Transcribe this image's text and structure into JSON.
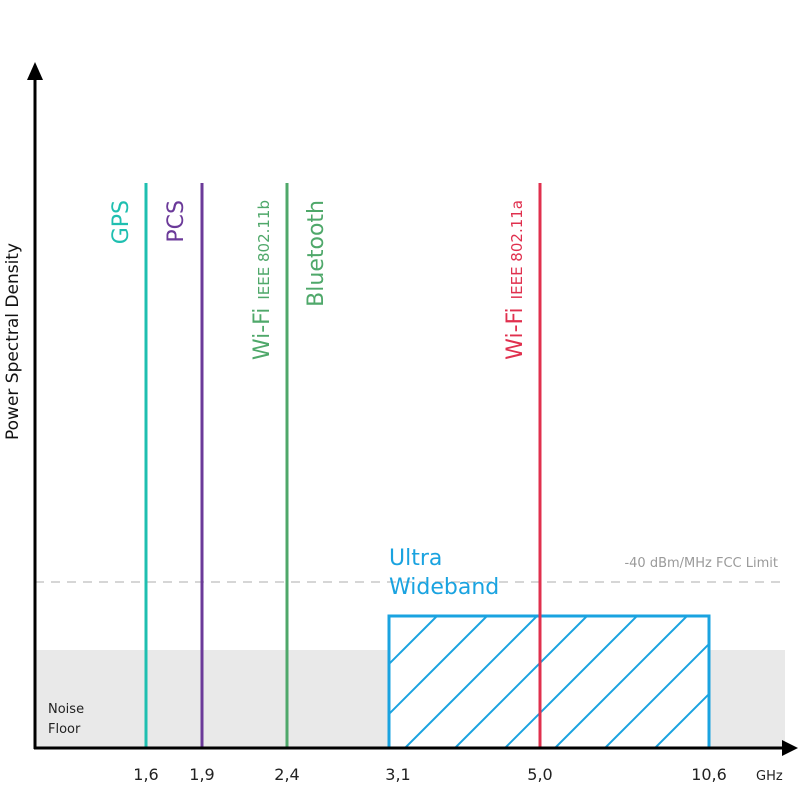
{
  "chart_data": {
    "type": "diagram",
    "ylabel": "Power Spectral Density",
    "x_unit": "GHz",
    "noise_floor_label": [
      "Noise",
      "Floor"
    ],
    "fcc_limit_label": "-40 dBm/MHz FCC Limit",
    "ticks": [
      "1,6",
      "1,9",
      "2,4",
      "3,1",
      "5,0",
      "10,6"
    ],
    "bands": [
      {
        "main": "GPS",
        "sub": "",
        "freq": "1,6",
        "color": "#1fbfb0"
      },
      {
        "main": "PCS",
        "sub": "",
        "freq": "1,9",
        "color": "#6b3a99"
      },
      {
        "main": "Wi-Fi",
        "sub": "IEEE 802.11b",
        "freq": "2,4",
        "color": "#4fa86a"
      },
      {
        "main": "Bluetooth",
        "sub": "",
        "freq": "2,4",
        "color": "#4fa86a"
      },
      {
        "main": "Wi-Fi",
        "sub": "IEEE 802.11a",
        "freq": "5,0",
        "color": "#e0304e"
      }
    ],
    "uwb": {
      "label": [
        "Ultra",
        "Wideband"
      ],
      "from": "3,1",
      "to": "10,6",
      "color": "#1aa3e0"
    }
  }
}
